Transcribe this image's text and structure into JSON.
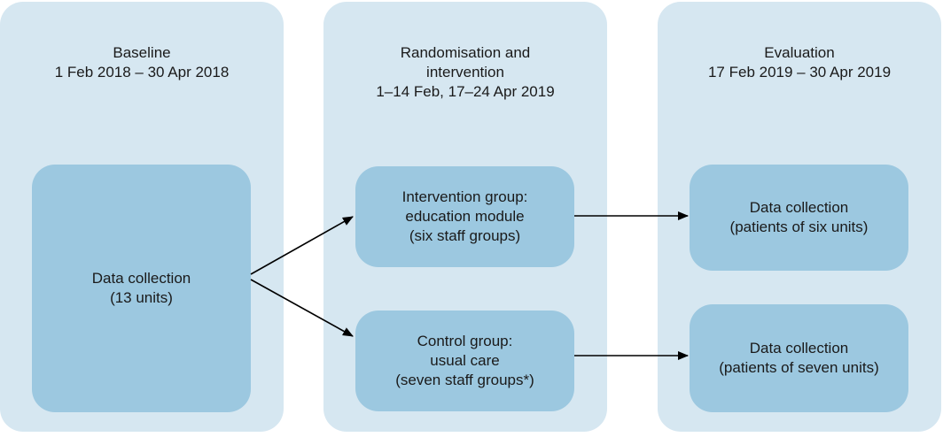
{
  "phases": [
    {
      "title_lines": [
        "Baseline",
        "1 Feb 2018 – 30 Apr 2018"
      ]
    },
    {
      "title_lines": [
        "Randomisation and",
        "intervention",
        "1–14 Feb, 17–24 Apr 2019"
      ]
    },
    {
      "title_lines": [
        "Evaluation",
        "17 Feb 2019 – 30 Apr 2019"
      ]
    }
  ],
  "boxes": {
    "baseline": {
      "lines": [
        "Data collection",
        "(13 units)"
      ]
    },
    "intervention": {
      "lines": [
        "Intervention group:",
        "education module",
        "(six staff groups)"
      ]
    },
    "control": {
      "lines": [
        "Control group:",
        "usual care",
        "(seven staff groups*)"
      ]
    },
    "eval_intervention": {
      "lines": [
        "Data collection",
        "(patients of six units)"
      ]
    },
    "eval_control": {
      "lines": [
        "Data collection",
        "(patients of seven units)"
      ]
    }
  },
  "colors": {
    "phase_background": "#d6e7f1",
    "box_fill": "#9cc8e0",
    "arrow": "#000000"
  }
}
